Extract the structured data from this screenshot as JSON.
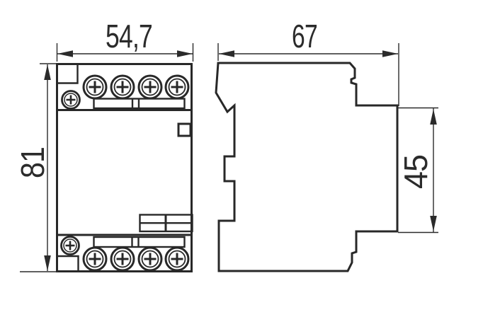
{
  "drawing": {
    "background_color": "#ffffff",
    "line_color": "#282828",
    "front_view": {
      "width_dimension_label": "54,7",
      "height_dimension_label": "81"
    },
    "side_view": {
      "depth_dimension_label": "67",
      "rail_section_height_dimension_label": "45"
    }
  }
}
